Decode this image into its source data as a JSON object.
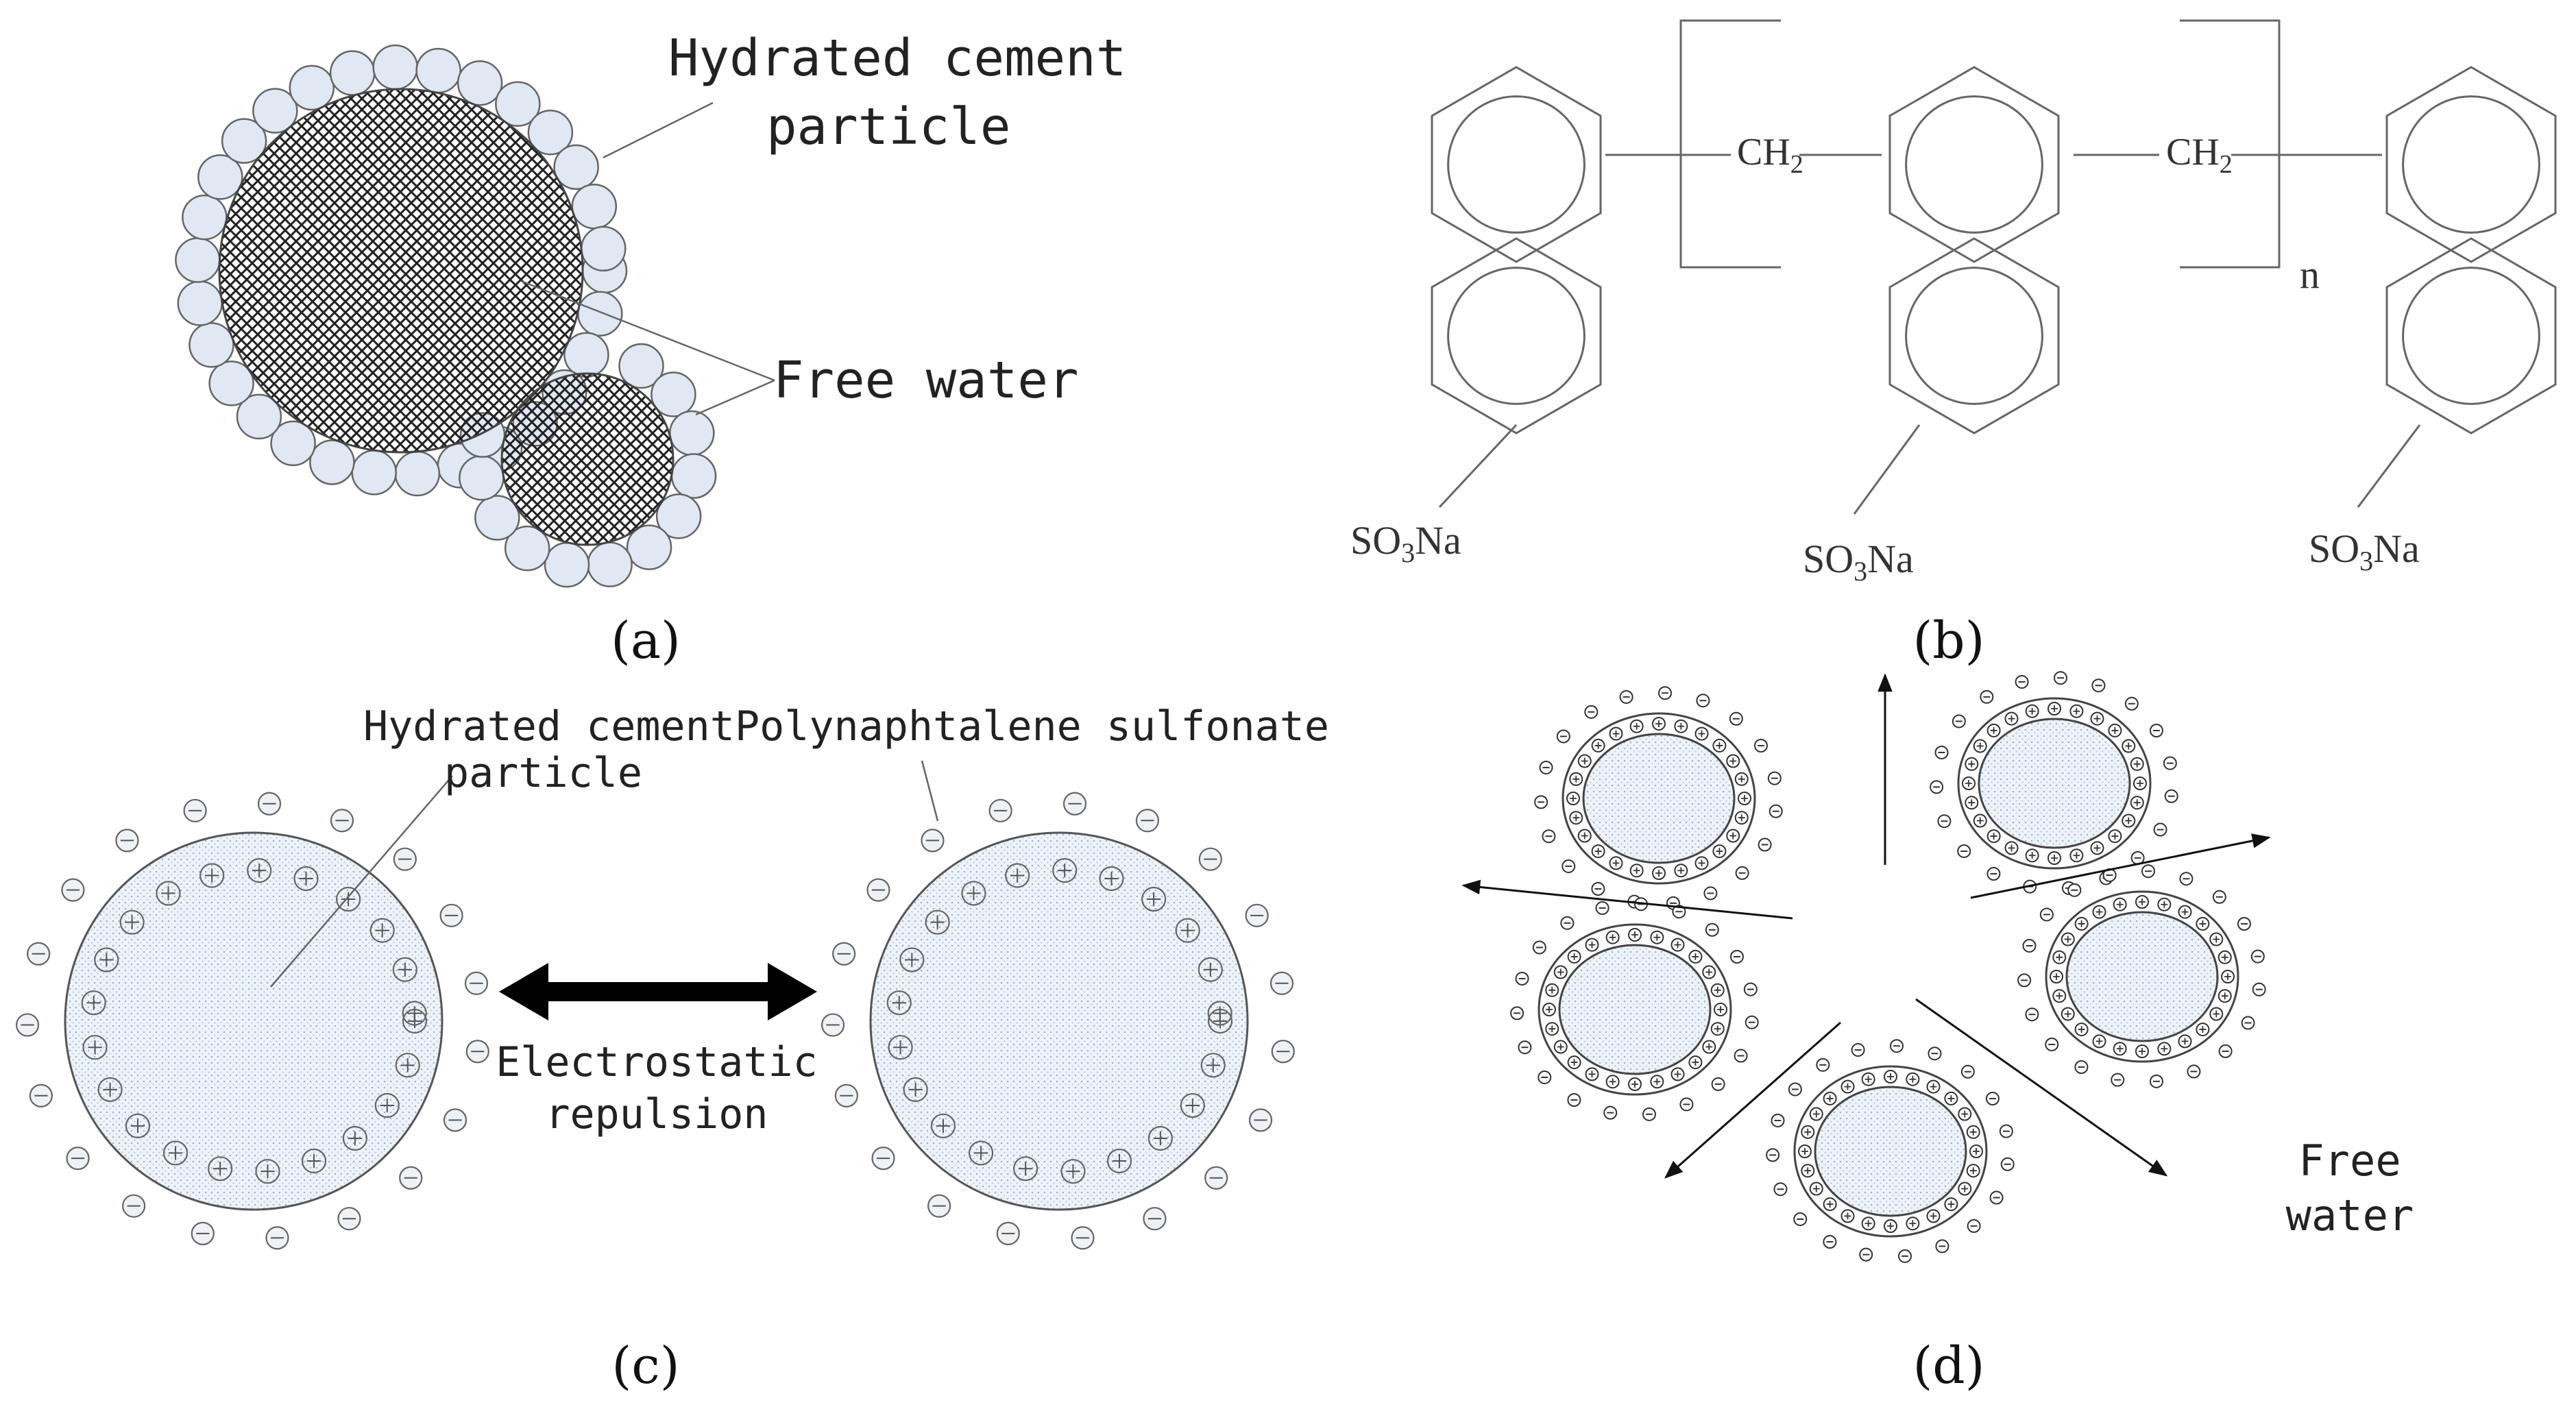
{
  "panel_a": {
    "label_particle_line1": "Hydrated cement",
    "label_particle_line2": "particle",
    "label_water": "Free water",
    "caption": "(a)"
  },
  "panel_b": {
    "ch2_1": "CH",
    "ch2_2": "CH",
    "ch2_sub": "2",
    "repeat_n": "n",
    "so3na_1": "SO",
    "so3na_2": "SO",
    "so3na_3": "SO",
    "so3na_sub": "3",
    "so3na_tail": "Na",
    "caption": "(b)"
  },
  "panel_c": {
    "label_particle_line1": "Hydrated cement",
    "label_particle_line2": "particle",
    "label_pns": "Polynaphtalene sulfonate",
    "label_repulsion_line1": "Electrostatic",
    "label_repulsion_line2": "repulsion",
    "caption": "(c)"
  },
  "panel_d": {
    "label_water_line1": "Free",
    "label_water_line2": "water",
    "caption": "(d)"
  },
  "colors": {
    "line": "#555555",
    "water_fill": "#dfe8f3",
    "particle_fill": "#eef3fa",
    "arrow": "#111111"
  }
}
